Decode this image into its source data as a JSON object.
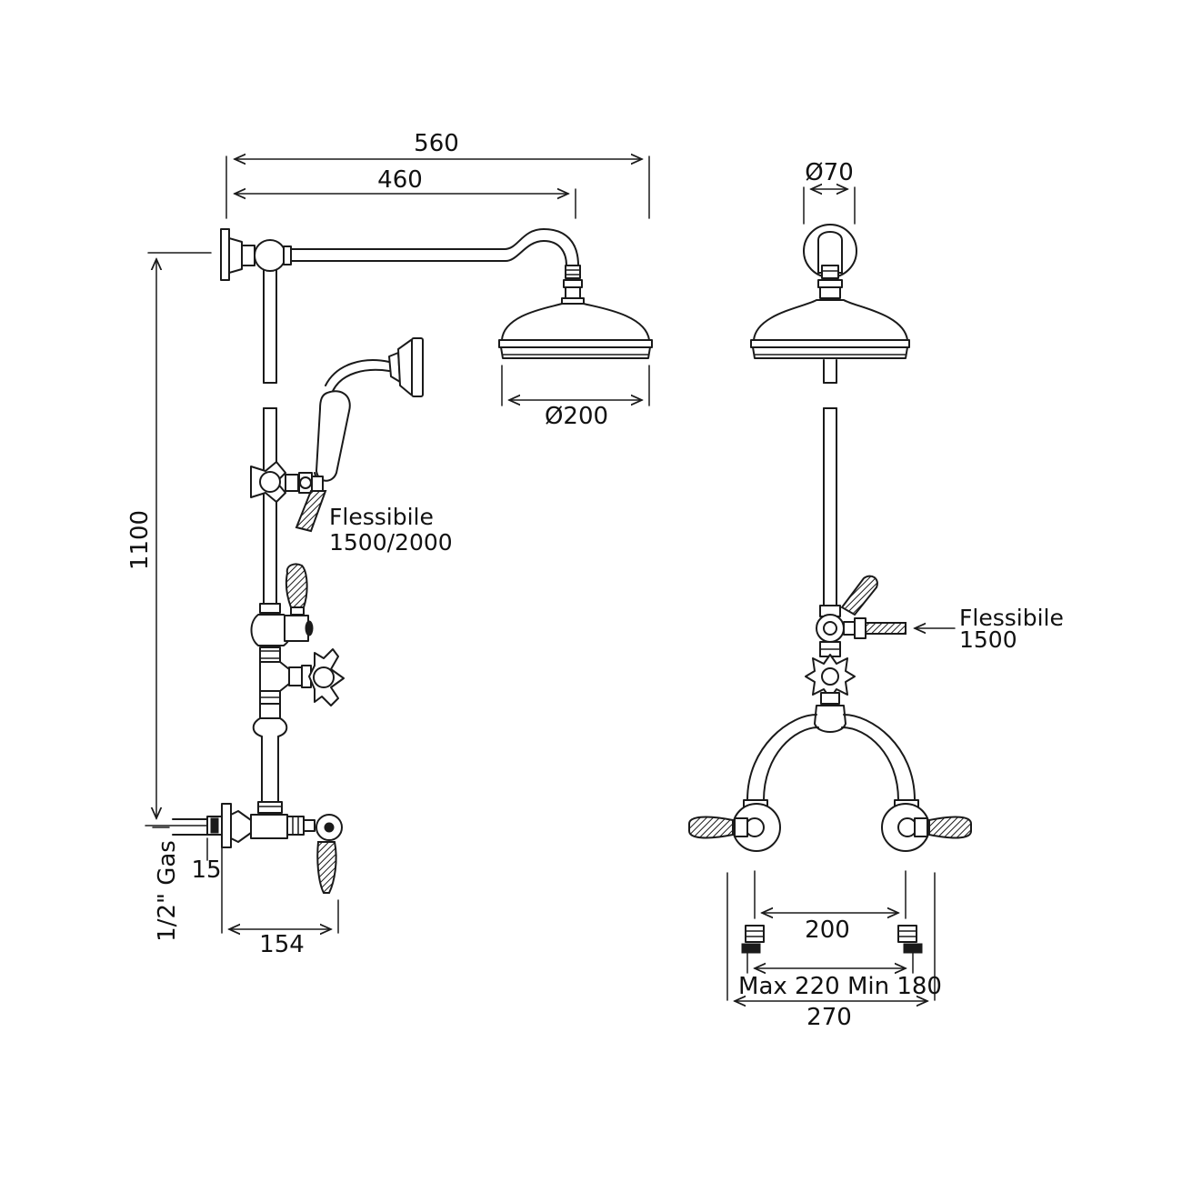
{
  "dimensions": {
    "overall_width": "560",
    "arm_reach": "460",
    "head_diameter": "Ø200",
    "overall_height": "1100",
    "inlet_offset": "15",
    "connection": "1/2\" Gas",
    "valve_projection": "154",
    "rose_diameter": "Ø70",
    "centers": "200",
    "center_range": "Max 220 Min 180",
    "outer_width": "270"
  },
  "labels": {
    "hose_front_line1": "Flessibile",
    "hose_front_line2": "1500/2000",
    "hose_side_line1": "Flessibile",
    "hose_side_line2": "1500"
  }
}
